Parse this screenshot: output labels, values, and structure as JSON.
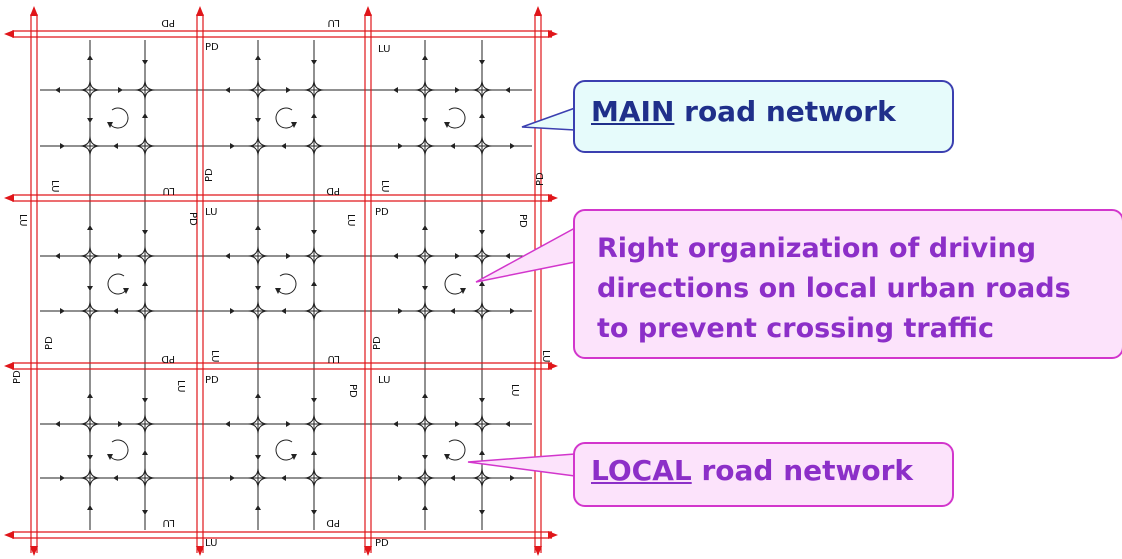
{
  "callouts": {
    "main": {
      "underlined": "MAIN",
      "rest": " road network"
    },
    "organization": {
      "line1": "Right organization of driving",
      "line2": "directions on local urban roads",
      "line3": "to prevent crossing traffic"
    },
    "local": {
      "underlined": "LOCAL",
      "rest": " road network"
    }
  },
  "zone_labels": {
    "pd": "PD",
    "lu": "LU"
  },
  "colors": {
    "main_road": "#e0161a",
    "local_road": "#222222",
    "main_callout_fill": "#e6fbfb",
    "main_callout_border": "#3b3fb0",
    "pink_callout_fill": "#fce3fb",
    "pink_callout_border": "#d236cc",
    "main_text": "#1f2f8a",
    "pink_text": "#8c2fc8"
  },
  "icons": [
    "roundabout-clockwise-icon",
    "roundabout-counterclockwise-icon",
    "direction-arrow-icon"
  ]
}
